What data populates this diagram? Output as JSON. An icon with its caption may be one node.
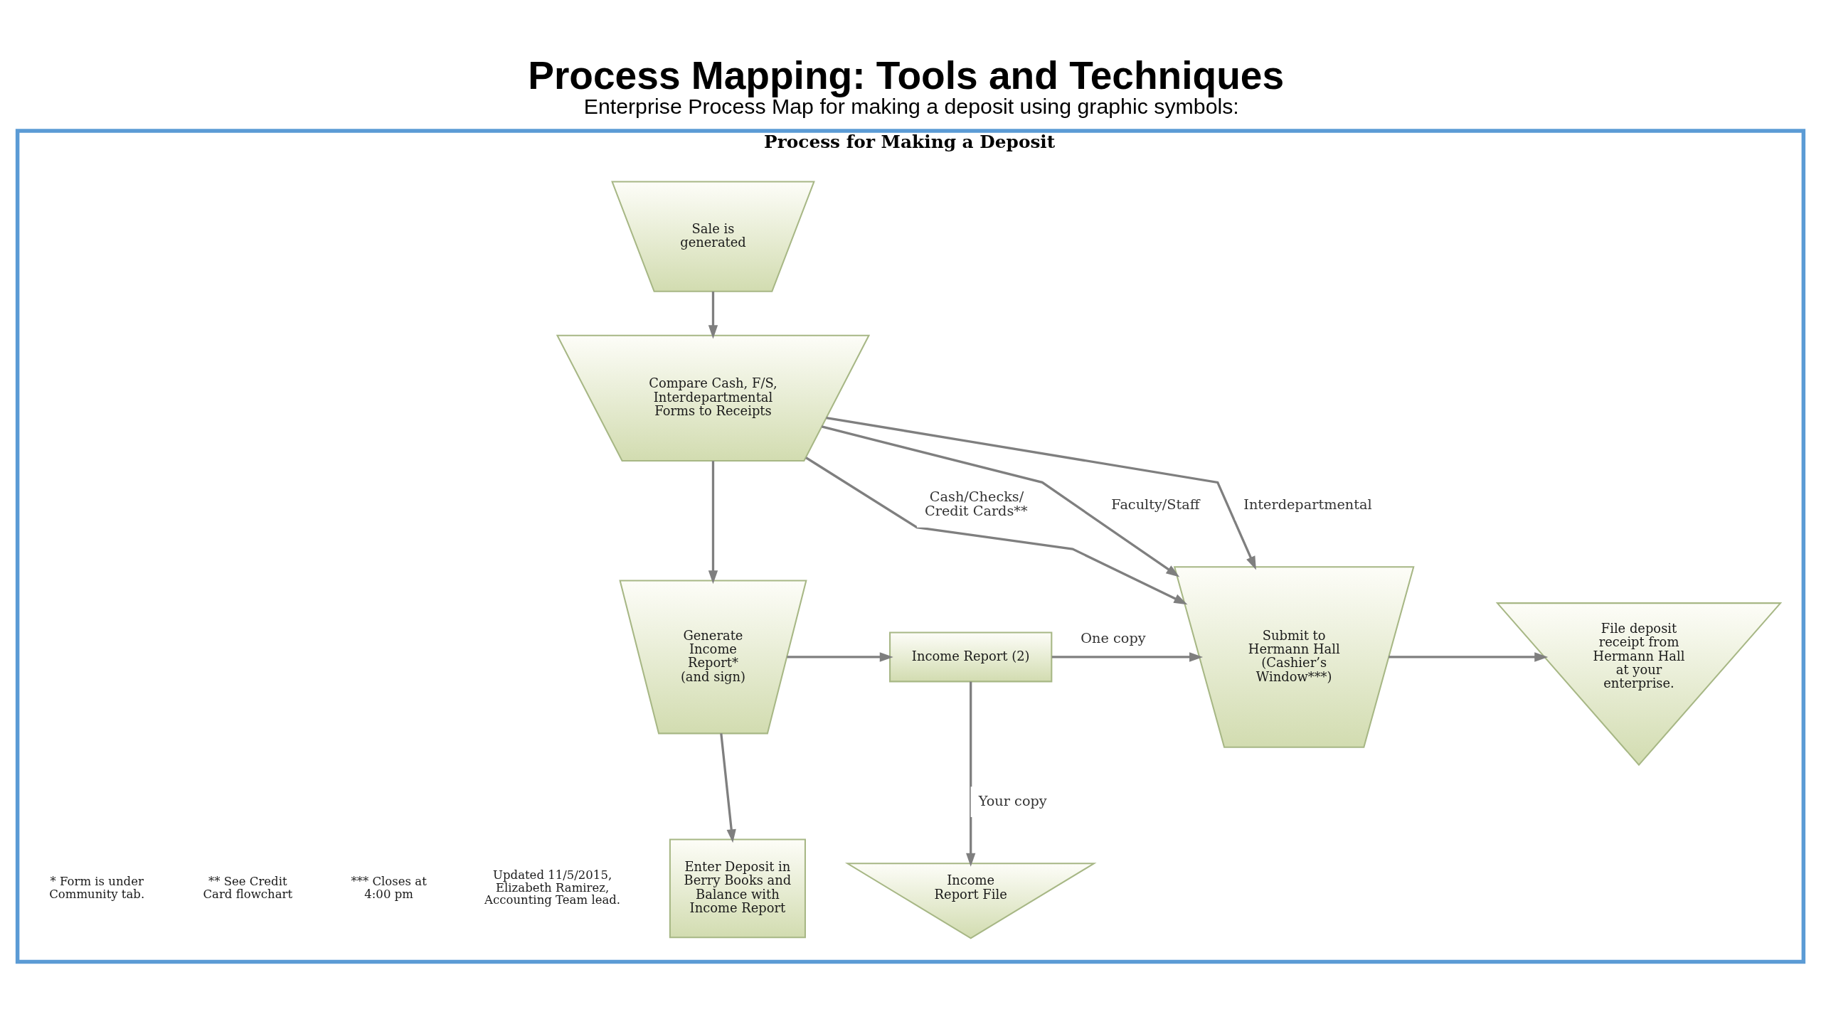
{
  "diagram": {
    "title": "Process Mapping: Tools and Techniques",
    "caption": "Enterprise Process Map for making a deposit using graphic symbols:",
    "nodes": [
      {
        "text": [
          "Process for Making a Deposit"
        ]
      },
      {
        "text": [
          "Sale is generated"
        ],
        "in": 0
      },
      {
        "text": [
          "Compare Cash, F/S, Interdepartmental Forms to Receipts"
        ],
        "in": 0
      },
      {
        "text": [
          "Submit to Hermann Hall (Cashier’s Window***)"
        ],
        "in": 0
      },
      {
        "text": [
          "File deposit receipt from Hermann Hall at your enterprise."
        ],
        "in": 0
      },
      {
        "text": [
          "Generate Income Report* (and sign)"
        ],
        "in": 0
      },
      {
        "text": [
          "Income Report (2)"
        ],
        "in": 0
      },
      {
        "text": [
          "Enter Deposit in Berry Books and Balance with Income Report"
        ],
        "in": 0
      },
      {
        "text": [
          "Income Report File"
        ],
        "in": 0
      }
    ],
    "edges": [
      {
        "from": 1,
        "to": 2,
        "arrow": "to"
      },
      {
        "from": 2,
        "to": 3,
        "arrow": "to",
        "label": "Cash/Checks/ Credit Cards**"
      },
      {
        "from": 2,
        "to": 3,
        "arrow": "to",
        "label": "Faculty/Staff"
      },
      {
        "from": 2,
        "to": 3,
        "arrow": "to",
        "label": "Interdepartmental"
      },
      {
        "from": 3,
        "to": 4,
        "arrow": "to"
      },
      {
        "from": 2,
        "to": 5,
        "arrow": "to"
      },
      {
        "from": 5,
        "to": 6,
        "arrow": "to"
      },
      {
        "from": 6,
        "to": 3,
        "arrow": "to",
        "label": "One copy"
      },
      {
        "from": 6,
        "to": 8,
        "arrow": "to",
        "label": "Your copy"
      },
      {
        "from": 5,
        "to": 7,
        "arrow": "to"
      }
    ],
    "labels": [
      "* Form is under Community tab.",
      "** See Credit Card flowchart",
      "*** Closes at 4:00 pm",
      "Updated 11/5/2015, Elizabeth Ramirez, Accounting Team lead."
    ]
  }
}
